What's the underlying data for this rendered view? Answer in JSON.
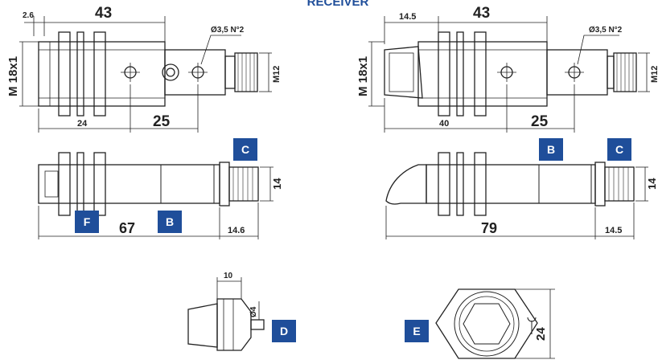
{
  "header": {
    "title": "RECEIVER"
  },
  "left_top": {
    "d_2_6": "2.6",
    "d_43": "43",
    "hole_note": "Ø3,5 N°2",
    "thread": "M 18x1",
    "connector": "M12",
    "d_24": "24",
    "d_25": "25"
  },
  "right_top": {
    "d_14_5": "14.5",
    "d_43": "43",
    "hole_note": "Ø3,5 N°2",
    "thread": "M 18x1",
    "connector": "M12",
    "d_40": "40",
    "d_25": "25"
  },
  "left_side": {
    "d_67": "67",
    "d_14_6": "14.6",
    "d_14": "14"
  },
  "right_side": {
    "d_79": "79",
    "d_14_5": "14.5",
    "d_14": "14"
  },
  "detail_d": {
    "d_10": "10",
    "d_pin": "Ø4"
  },
  "detail_e": {
    "wrench": "24"
  },
  "badges": {
    "c1": "C",
    "b1": "B",
    "c2": "C",
    "f": "F",
    "b2": "B",
    "d": "D",
    "e": "E"
  },
  "colors": {
    "badge": "#1f4e9a",
    "line": "#222222"
  }
}
